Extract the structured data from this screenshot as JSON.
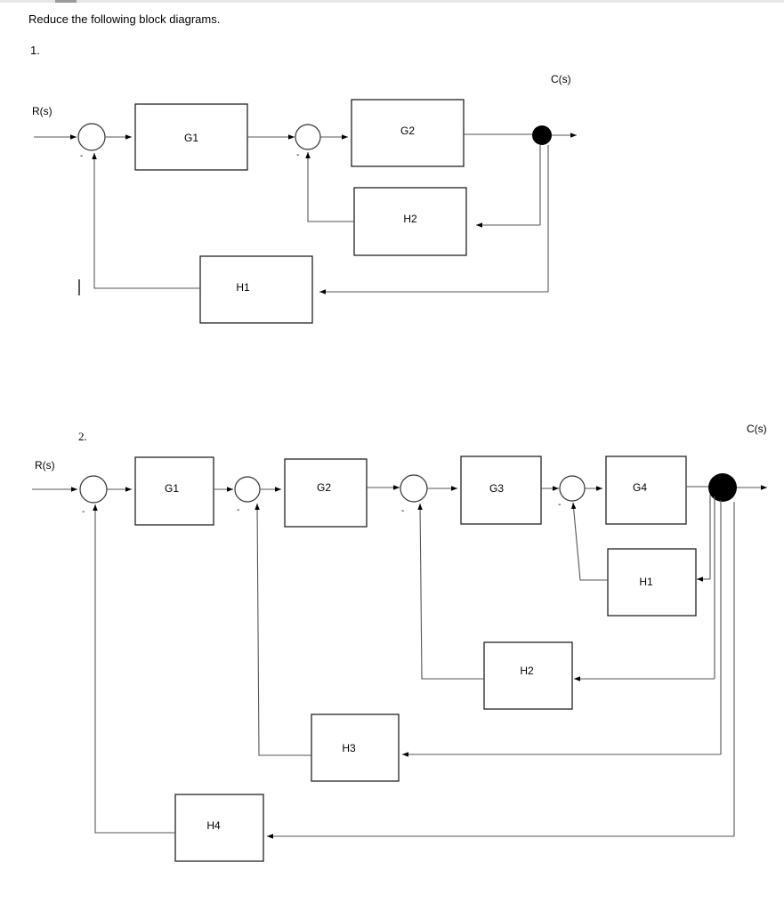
{
  "instruction": "Reduce the following block diagrams.",
  "problem1": {
    "number": "1.",
    "input": "R(s)",
    "output": "C(s)",
    "blocks": {
      "g1": "G1",
      "g2": "G2",
      "h1": "H1",
      "h2": "H2"
    },
    "minus_sign": "-"
  },
  "problem2": {
    "number": "2.",
    "input": "R(s)",
    "output": "C(s)",
    "blocks": {
      "g1": "G1",
      "g2": "G2",
      "g3": "G3",
      "g4": "G4",
      "h1": "H1",
      "h2": "H2",
      "h3": "H3",
      "h4": "H4"
    },
    "minus_sign": "-"
  }
}
